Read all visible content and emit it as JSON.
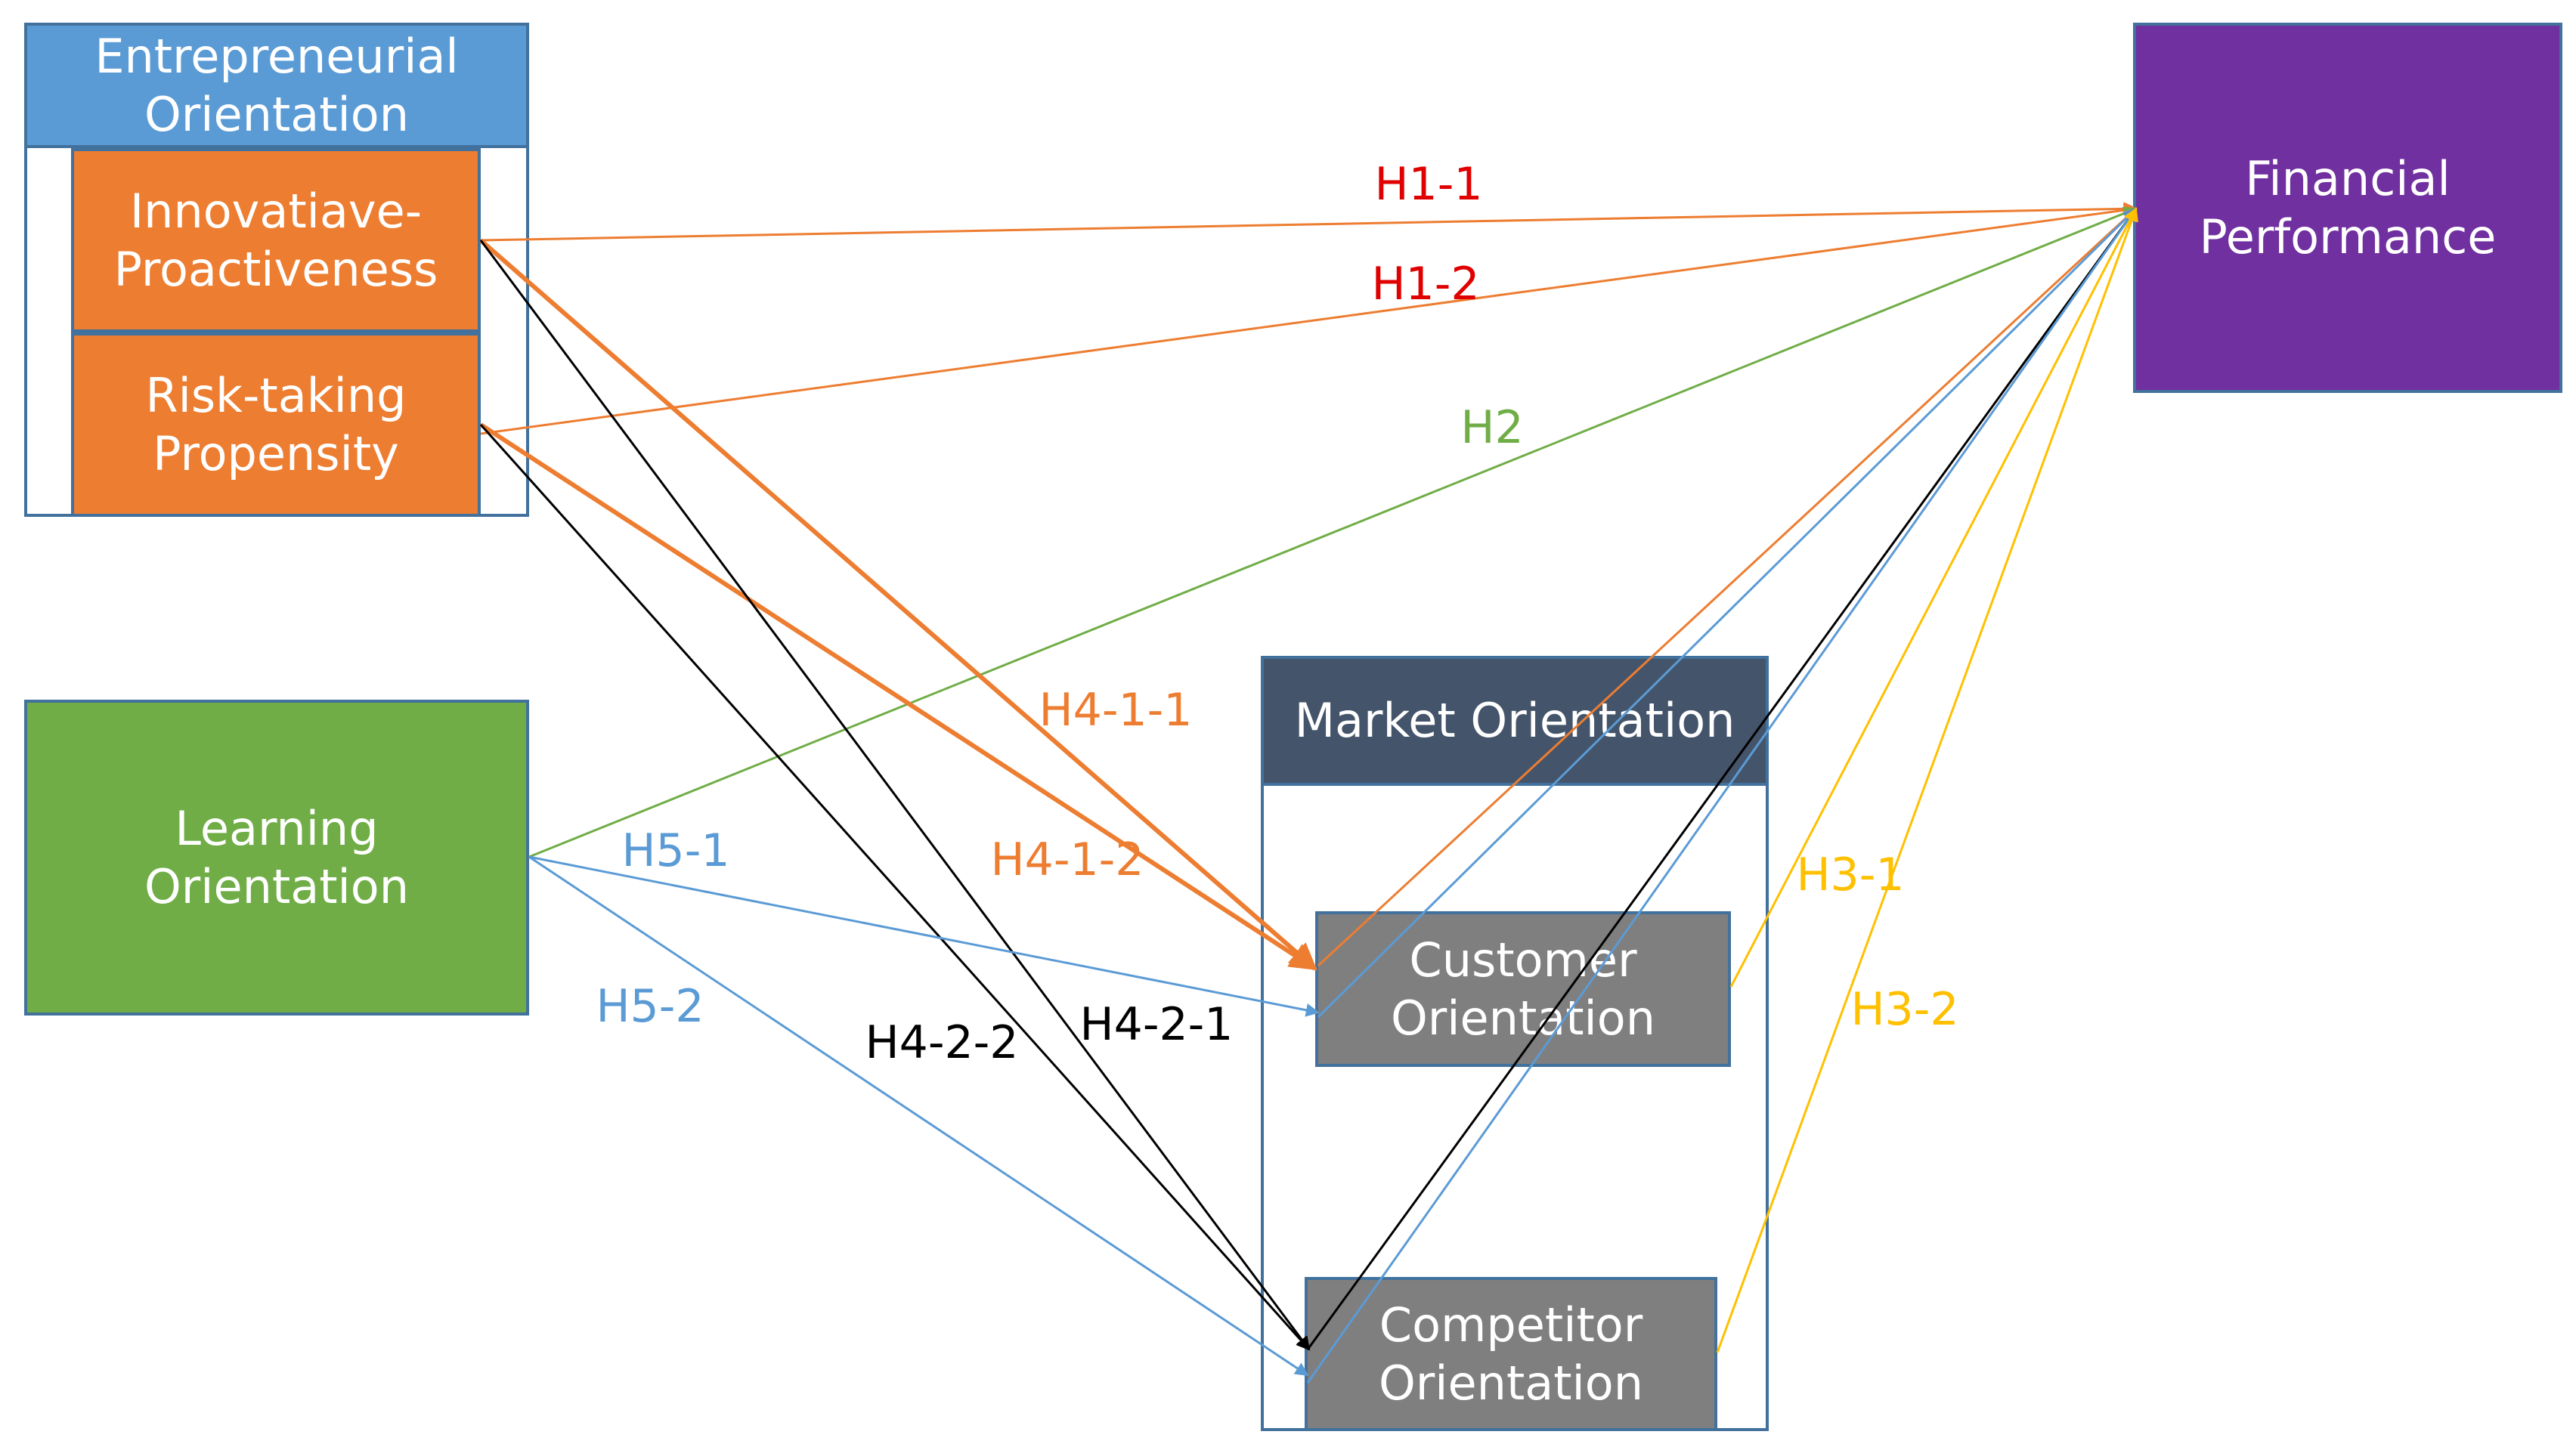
{
  "colors": {
    "eo_header": "#5b9bd5",
    "eo_sub": "#ed7d31",
    "learning": "#70ad47",
    "market_header": "#44546a",
    "market_sub": "#7f7f7f",
    "financial": "#7030a0",
    "red": "#e00000",
    "orange": "#ed7d31",
    "green": "#70ad47",
    "blue": "#5b9bd5",
    "black": "#000000",
    "yellow": "#ffc000"
  },
  "nodes": {
    "eo_title": [
      "Entrepreneurial",
      "Orientation"
    ],
    "innovative": [
      "Innovatiave-",
      "Proactiveness"
    ],
    "risk": [
      "Risk-taking",
      "Propensity"
    ],
    "learning": [
      "Learning",
      "Orientation"
    ],
    "market_title": "Market Orientation",
    "customer": [
      "Customer",
      "Orientation"
    ],
    "competitor": [
      "Competitor",
      "Orientation"
    ],
    "financial": [
      "Financial",
      "Performance"
    ]
  },
  "hypotheses": {
    "h1_1": "H1-1",
    "h1_2": "H1-2",
    "h2": "H2",
    "h3_1": "H3-1",
    "h3_2": "H3-2",
    "h4_1_1": "H4-1-1",
    "h4_1_2": "H4-1-2",
    "h4_2_1": "H4-2-1",
    "h4_2_2": "H4-2-2",
    "h5_1": "H5-1",
    "h5_2": "H5-2"
  }
}
